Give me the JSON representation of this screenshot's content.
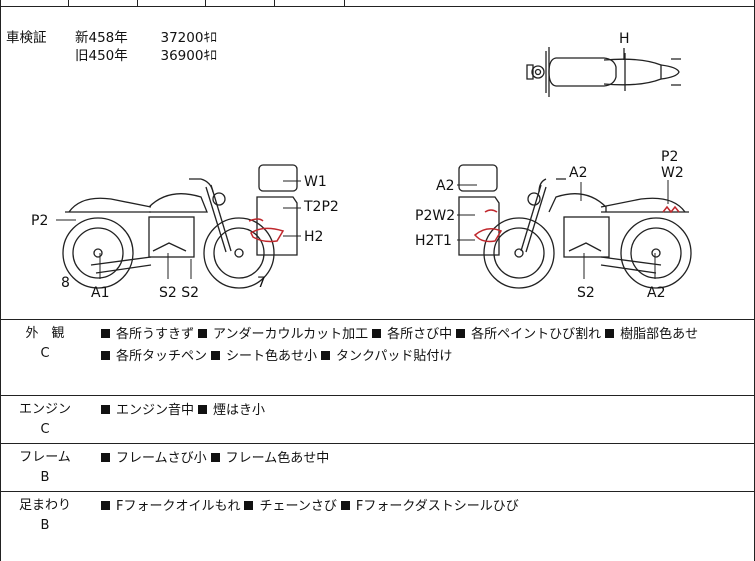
{
  "shaken": {
    "label": "車検証",
    "rows": [
      {
        "kind": "新",
        "year": "458年",
        "price": "37200ｷﾛ"
      },
      {
        "kind": "旧",
        "year": "450年",
        "price": "36900ｷﾛ"
      }
    ]
  },
  "diagram": {
    "top_view_label": "H",
    "left_side_labels": {
      "p2": "P2",
      "w1": "W1",
      "t2p2": "T2P2",
      "h2": "H2",
      "num8": "8",
      "a1": "A1",
      "s2s2": "S2 S2",
      "num7": "7"
    },
    "right_side_labels": {
      "a2_tank": "A2",
      "a2_top": "A2",
      "p2_top": "P2",
      "w2": "W2",
      "p2w2": "P2W2",
      "h2t1": "H2T1",
      "s2": "S2",
      "a2_bottom": "A2"
    }
  },
  "sections": [
    {
      "category": "外　観",
      "grade": "C",
      "lines": [
        [
          "各所うすきず",
          "アンダーカウルカット加工",
          "各所さび中",
          "各所ペイントひび割れ",
          "樹脂部色あせ"
        ],
        [
          "各所タッチペン",
          "シート色あせ小",
          "タンクパッド貼付け"
        ]
      ]
    },
    {
      "category": "エンジン",
      "grade": "C",
      "lines": [
        [
          "エンジン音中",
          "煙はき小"
        ]
      ]
    },
    {
      "category": "フレーム",
      "grade": "B",
      "lines": [
        [
          "フレームさび小",
          "フレーム色あせ中"
        ]
      ]
    },
    {
      "category": "足まわり",
      "grade": "B",
      "lines": [
        [
          "Fフォークオイルもれ",
          "チェーンさび",
          "Fフォークダストシールひび"
        ]
      ]
    }
  ]
}
